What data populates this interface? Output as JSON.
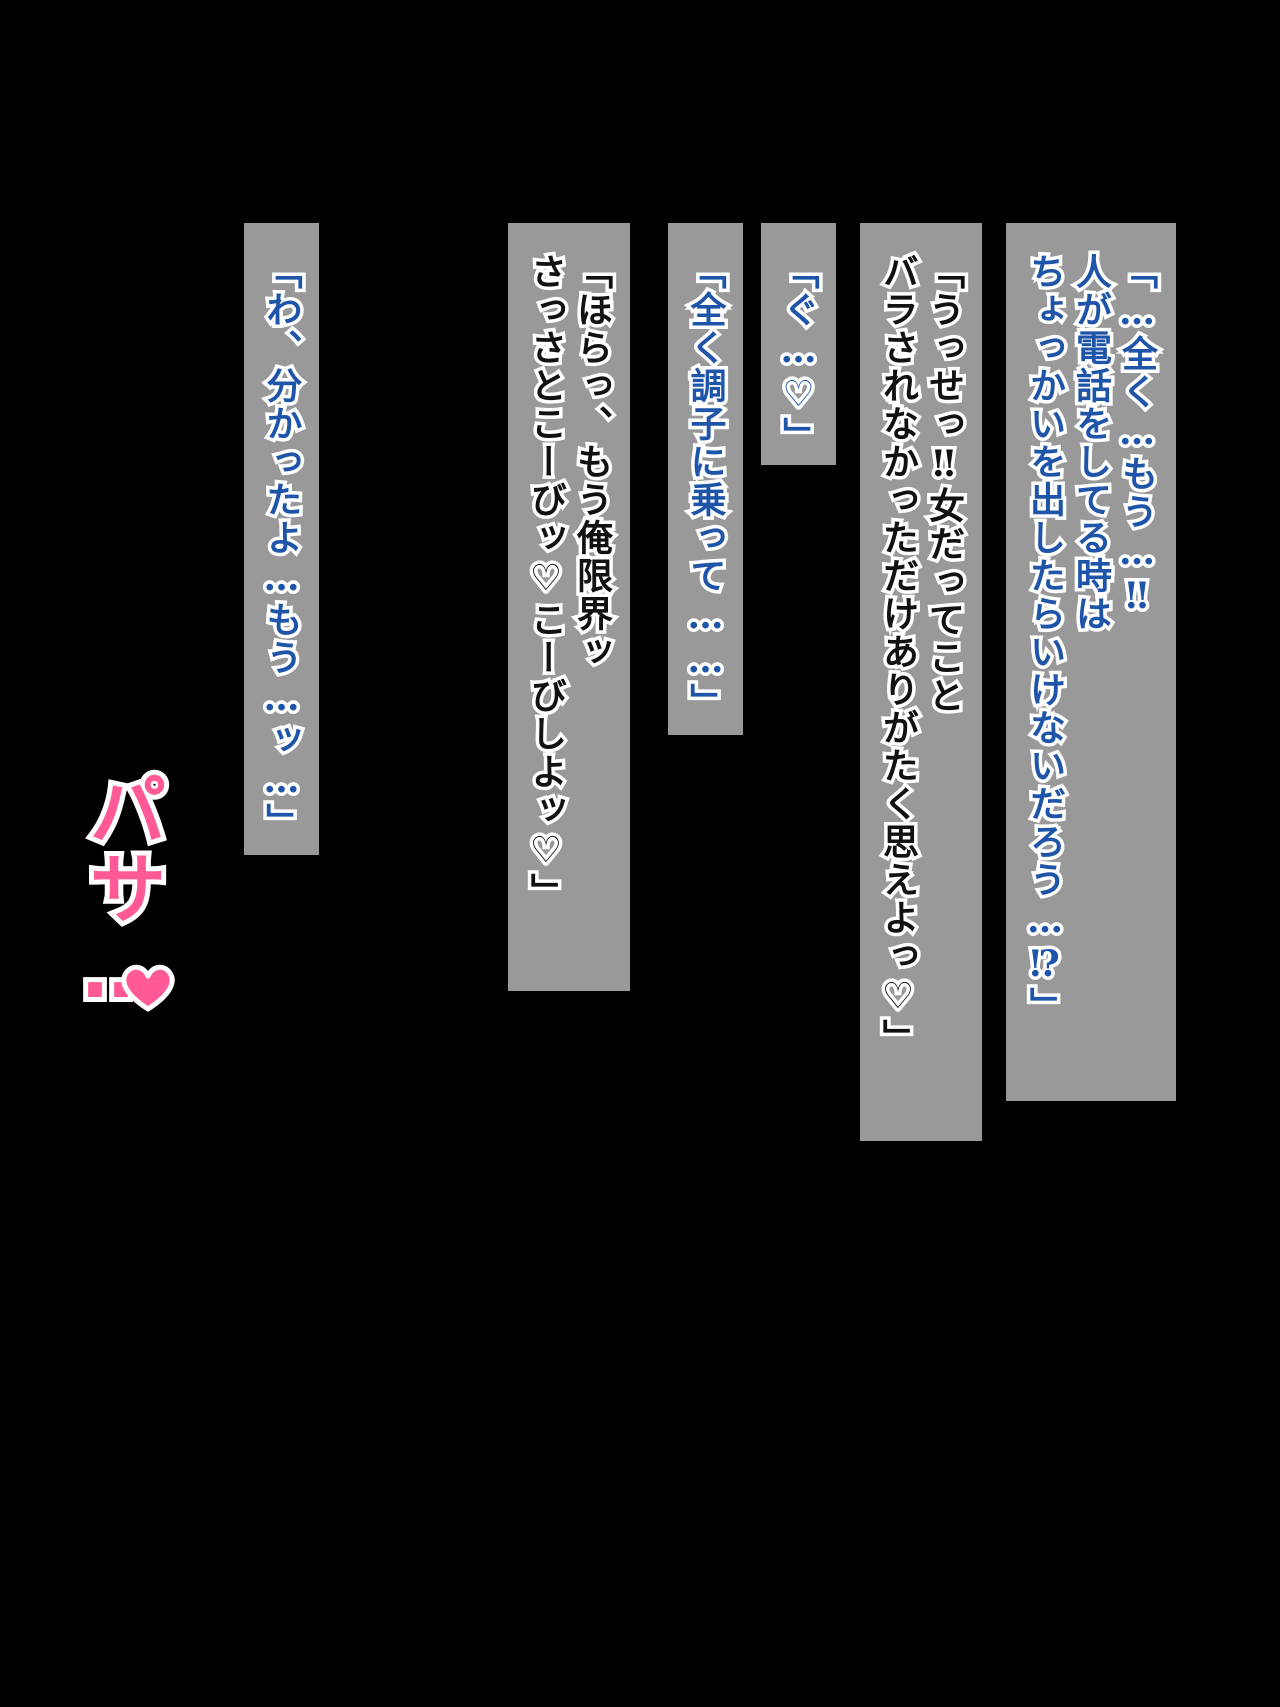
{
  "colors": {
    "background": "#000000",
    "bubble": "#999999",
    "speech_blue": "#1f55a8",
    "speech_black": "#111111",
    "outline": "#ffffff",
    "sfx_pink": "#ff5a95"
  },
  "bubbles": [
    {
      "lines": [
        "「…全く…もう…‼",
        "人が電話をしてる時は",
        "ちょっかいを出したらいけないだろう…⁉」"
      ]
    },
    {
      "lines": [
        "「うっせっ‼女だってこと",
        "バラされなかっただけありがたく思えよっ♡」"
      ]
    },
    {
      "lines": [
        "「ぐ…♡」"
      ]
    },
    {
      "lines": [
        "「全く調子に乗って……」"
      ]
    },
    {
      "lines": [
        "「ほらっ、もう俺限界ッ",
        "さっさとこーびッ♡こーびしよッ♡」"
      ]
    },
    {
      "lines": [
        "「わ、分かったよ…もう…ッ…」"
      ]
    }
  ],
  "sfx": {
    "text": "パサ…",
    "icon": "heart-icon"
  }
}
